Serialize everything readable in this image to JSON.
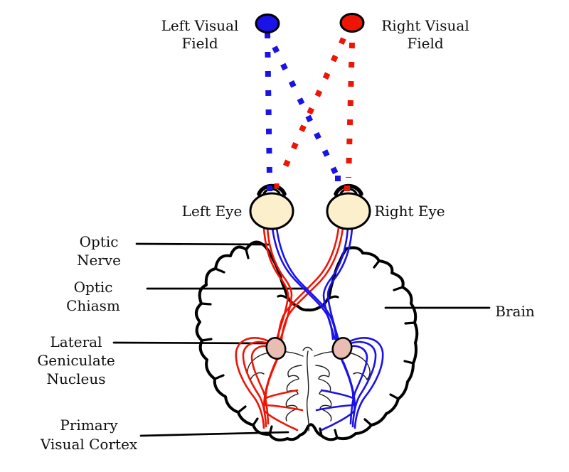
{
  "diagram": {
    "colors": {
      "blue": "#1a12e8",
      "red": "#ee1506",
      "eye_fill": "#fbf0cb",
      "lgn_fill": "#e9bdb2",
      "line": "#000000"
    },
    "labels": {
      "left_visual_field": {
        "lines": [
          "Left Visual",
          "Field"
        ]
      },
      "right_visual_field": {
        "lines": [
          "Right Visual",
          "Field"
        ]
      },
      "left_eye": "Left Eye",
      "right_eye": "Right Eye",
      "optic_nerve": {
        "lines": [
          "Optic",
          "Nerve"
        ]
      },
      "optic_chiasm": {
        "lines": [
          "Optic",
          "Chiasm"
        ]
      },
      "lateral_geniculate_nucleus": {
        "lines": [
          "Lateral",
          "Geniculate",
          "Nucleus"
        ]
      },
      "brain": "Brain",
      "primary_visual_cortex": {
        "lines": [
          "Primary",
          "Visual Cortex"
        ]
      }
    }
  }
}
